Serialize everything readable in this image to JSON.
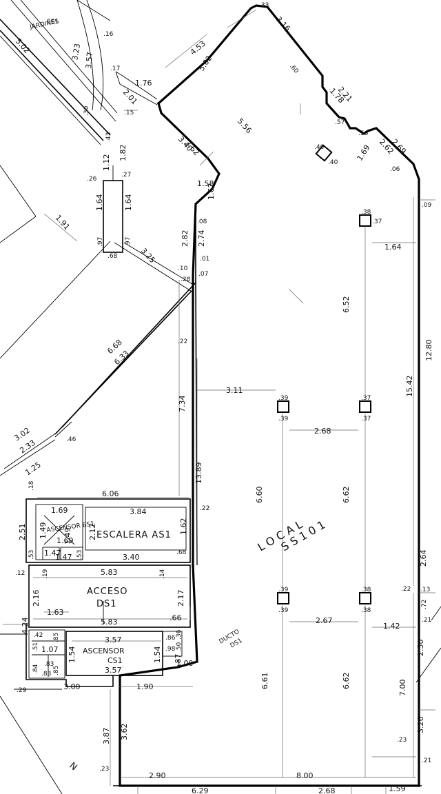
{
  "labels": {
    "local": "LOCAL",
    "unit": "SS101",
    "jardines": "JARDINES",
    "jardines_unit": "SS1",
    "escalera": "ESCALERA AS1",
    "ascensor_bs1": "ASCENSOR BS1",
    "acceso": "ACCESO",
    "acceso_unit": "DS1",
    "ascensor_cs1": "ASCENSOR",
    "ascensor_cs1_unit": "CS1",
    "ducto": "DUCTO",
    "ducto_unit": "DS1",
    "north": "N"
  },
  "dimensions": {
    "d_6_52": "6.52",
    "d_12_80": "12.80",
    "d_15_42": "15.42",
    "d_6_60": "6.60",
    "d_6_62a": "6.62",
    "d_6_61": "6.61",
    "d_6_62b": "6.62",
    "d_13_89": "13.89",
    "d_7_34": "7.34",
    "d_3_11": "3.11",
    "d_2_68a": "2.68",
    "d_2_67": "2.67",
    "d_1_64a": "1.64",
    "d_1_42": "1.42",
    "d_2_64": "2.64",
    "d_2_50": "2.50",
    "d_7_00": "7.00",
    "d_3_26": "3.26",
    "d_2_90": "2.90",
    "d_8_00": "8.00",
    "d_6_29": "6.29",
    "d_2_68b": "2.68",
    "d_1_59": "1.59",
    "d_3_87": "3.87",
    "d_3_62": "3.62",
    "d_1_90": "1.90",
    "d_3_00": "3.00",
    "d_1_00": ".87",
    "d_6_06": "6.06",
    "d_3_84": "3.84",
    "d_3_40": "3.40",
    "d_5_83a": "5.83",
    "d_5_83b": "5.83",
    "d_3_57a": "3.57",
    "d_3_57b": "3.57",
    "d_2_51": "2.51",
    "d_1_69a": "1.69",
    "d_1_69b": "1.69",
    "d_1_49a": "1.49",
    "d_1_49b": "1.49",
    "d_2_12": "2.12",
    "d_1_62a": "1.62",
    "d_2_16": "2.16",
    "d_2_17": "2.17",
    "d_4_24": "4.24",
    "d_1_54a": "1.54",
    "d_1_54b": "1.54",
    "d_1_63": "1.63",
    "d_1_66": ".66",
    "d_6_68": "6.68",
    "d_6_33": "6.33",
    "d_3_02": "3.02",
    "d_2_33": "2.33",
    "d_1_25": "1.25",
    "d_4_53": "4.53",
    "d_5_02a": "5.02",
    "d_5_02b": "5.02",
    "d_1_76": "1.76",
    "d_2_01": "2.01",
    "d_3_23": "3.23",
    "d_3_57": "3.57",
    "d_1_82": "1.82",
    "d_1_12": "1.12",
    "d_1_64b": "1.64",
    "d_1_64c": "1.64",
    "d_1_91": "1.91",
    "d_3_25": "3.25",
    "d_2_82": "2.82",
    "d_2_74": "2.74",
    "d_1_58": "1.58",
    "d_1_62b": "1.62",
    "d_3_62b": "3.62",
    "d_3_40b": "3.40",
    "d_5_56": "5.56",
    "d_3_16": "3.16",
    "d_1_69c": "1.69",
    "d_2_62": "2.62",
    "d_2_69": "2.69",
    "d_1_78": "1.78",
    "d_2_21": "2.21",
    "d_1_47a": "1.47",
    "d_1_47b": "1.47",
    "d_1_07": "1.07",
    "d_1_00b": "1.00",
    "s_22a": ".22",
    "s_22b": ".22",
    "s_22c": ".22",
    "s_09": ".09",
    "s_08": ".08",
    "s_07": ".07",
    "s_10": ".10",
    "s_28": ".28",
    "s_01": ".01",
    "s_23a": ".23",
    "s_23b": ".23",
    "s_21a": ".21",
    "s_21b": ".21",
    "s_72": ".72",
    "s_13": ".13",
    "s_26": ".26",
    "s_27": ".27",
    "s_68": ".68",
    "s_97a": ".97",
    "s_97b": ".97",
    "s_43": ".43",
    "s_15": ".15",
    "s_16": ".16",
    "s_17": ".17",
    "s_12": ".12",
    "s_19": ".19",
    "s_14": ".14",
    "s_18": ".18",
    "s_53a": ".53",
    "s_53b": ".53",
    "s_86": ".86",
    "s_98": ".98",
    "s_36": ".36",
    "s_50": ".50",
    "s_84": ".84",
    "s_83a": ".83",
    "s_83b": ".83",
    "s_85a": ".85",
    "s_85b": ".85",
    "s_42": ".42",
    "s_51": ".51",
    "s_29": ".29",
    "s_46": ".46",
    "s_33": ".33",
    "s_60": ".60",
    "s_57": ".57",
    "s_56": ".56",
    "s_06": ".06",
    "s_30": ".30",
    "s_68b": ".68",
    "c_38": ".38",
    "c_37": ".37",
    "c_39": ".39",
    "c_40": ".40"
  }
}
